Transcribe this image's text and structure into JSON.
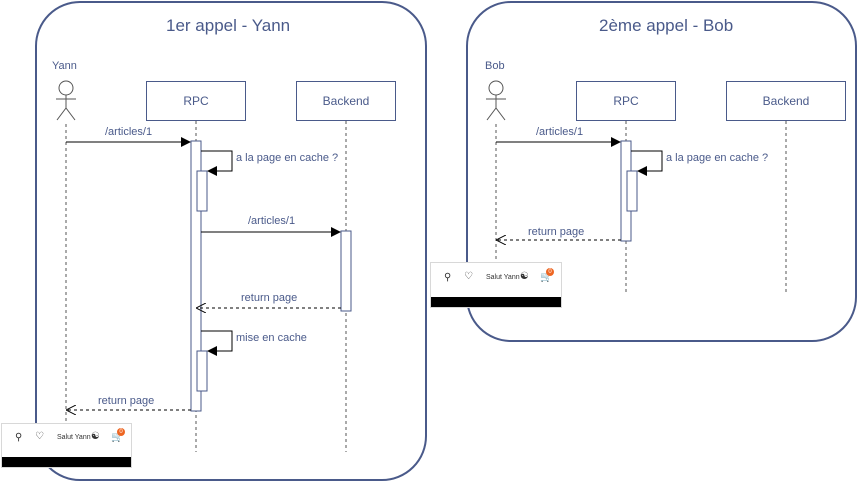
{
  "colors": {
    "stroke": "#4a5a8a",
    "badge": "#ee6622",
    "bar": "#000000"
  },
  "panels": [
    {
      "title": "1er appel - Yann",
      "actor": "Yann",
      "participants": [
        "RPC",
        "Backend"
      ],
      "messages": {
        "request": "/articles/1",
        "self_check": "a la page en cache ?",
        "backend_request": "/articles/1",
        "backend_return": "return page",
        "self_store": "mise en cache",
        "final_return": "return page"
      },
      "widget": {
        "greeting": "Salut Yann",
        "cart_count": "0"
      }
    },
    {
      "title": "2ème appel - Bob",
      "actor": "Bob",
      "participants": [
        "RPC",
        "Backend"
      ],
      "messages": {
        "request": "/articles/1",
        "self_check": "a la page en cache ?",
        "final_return": "return page"
      },
      "widget": {
        "greeting": "Salut Yann",
        "cart_count": "0"
      }
    }
  ]
}
